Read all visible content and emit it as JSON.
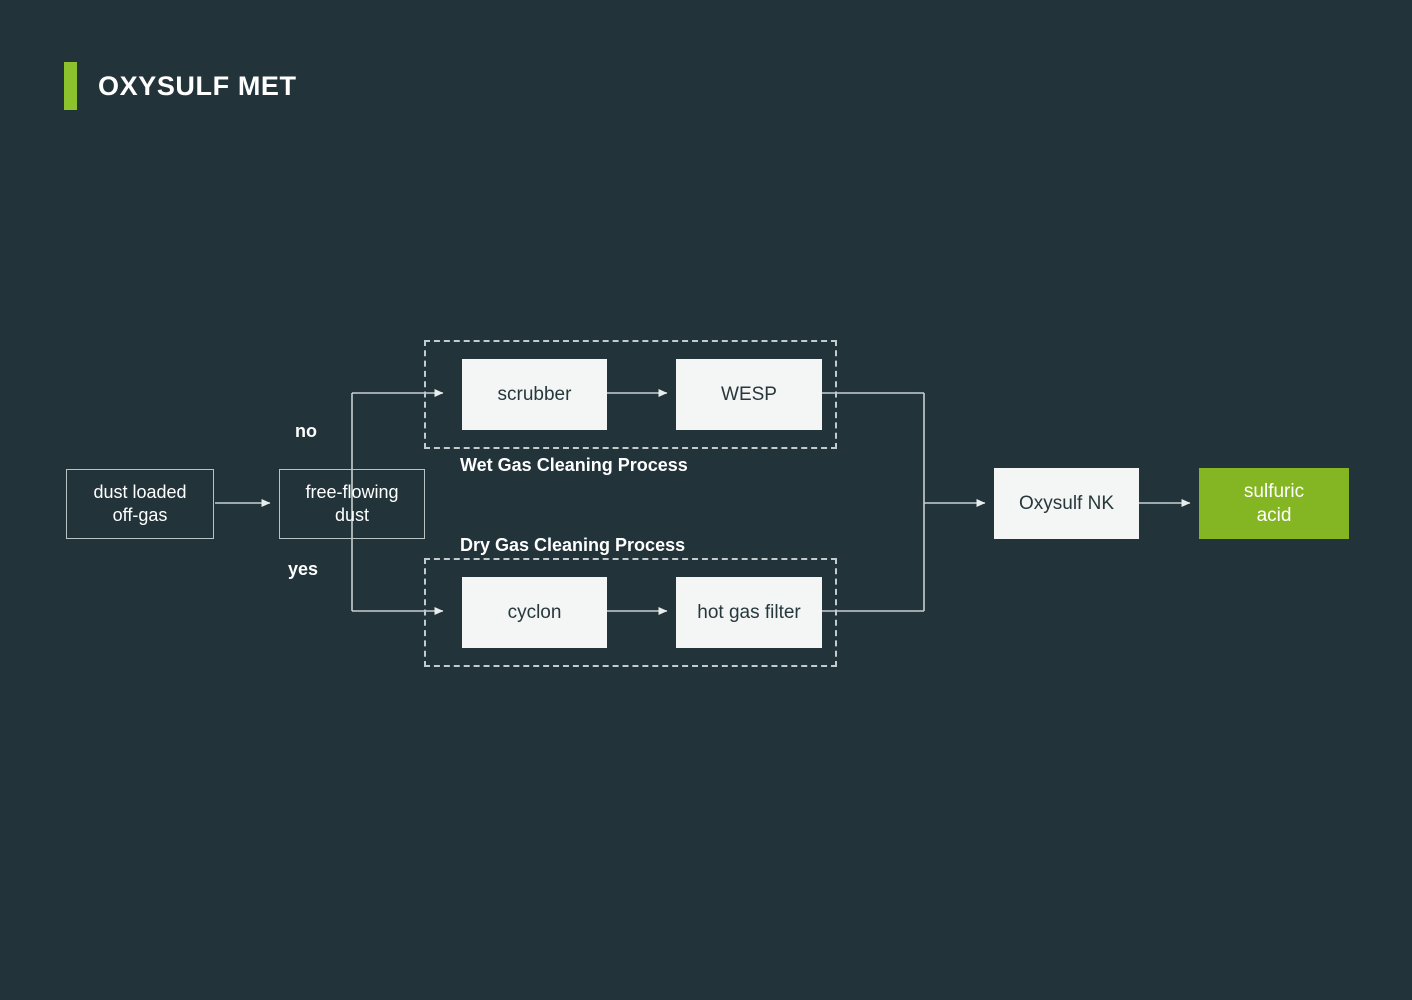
{
  "page": {
    "background_color": "#22333a",
    "accent_color": "#8CC22B",
    "title": "OXYSULF MET"
  },
  "header": {
    "title": "OXYSULF MET"
  },
  "diagram": {
    "nodes": {
      "dust_loaded_off_gas": "dust loaded\noff-gas",
      "dust_loaded_off_gas_line1": "dust loaded",
      "dust_loaded_off_gas_line2": "off-gas",
      "free_flowing_dust_line1": "free-flowing",
      "free_flowing_dust_line2": "dust",
      "scrubber": "scrubber",
      "wesp": "WESP",
      "cyclon": "cyclon",
      "hot_gas_filter": "hot gas filter",
      "oxysulf_nk": "Oxysulf NK",
      "sulfuric_acid_line1": "sulfuric",
      "sulfuric_acid_line2": "acid"
    },
    "groups": {
      "wet_gas": "Wet Gas Cleaning Process",
      "dry_gas": "Dry Gas Cleaning Process"
    },
    "branches": {
      "no": "no",
      "yes": "yes"
    },
    "colors": {
      "node_white_bg": "#f4f5f5",
      "node_white_text": "#27383c",
      "node_green_bg": "#84B523",
      "node_green_text": "#ffffff",
      "node_outline_border": "#b9c3c4",
      "node_outline_text": "#ffffff",
      "connector": "#c8d0d1",
      "group_border": "#c3cbcc"
    }
  }
}
